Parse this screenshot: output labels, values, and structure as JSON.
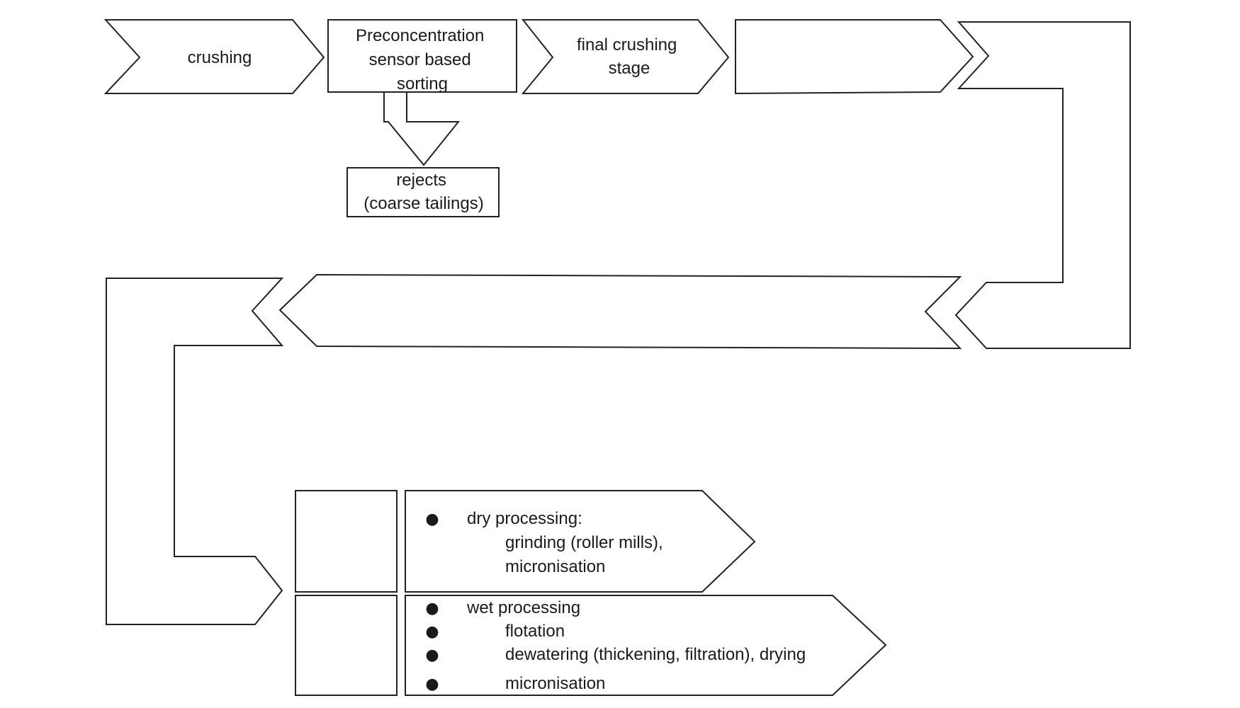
{
  "flow_steps": {
    "crushing": "crushing",
    "preconcentration": [
      "Preconcentration",
      "sensor based",
      "sorting"
    ],
    "final_crushing": [
      "final crushing",
      "stage"
    ],
    "rejects": [
      "rejects",
      "(coarse tailings)"
    ]
  },
  "processing": {
    "dry": {
      "heading": "dry processing:",
      "sub_lines": [
        "grinding (roller mills),",
        "micronisation"
      ],
      "swatch_color": "#F5B27E",
      "fill_color": "#F8D0B3"
    },
    "wet": {
      "heading": "wet processing",
      "sub_lines": [
        "flotation",
        "dewatering (thickening, filtration), drying",
        "micronisation"
      ],
      "swatch_color": "#FDCC5A",
      "fill_color": "#FFDF9A"
    }
  },
  "bullet_glyph": "●"
}
